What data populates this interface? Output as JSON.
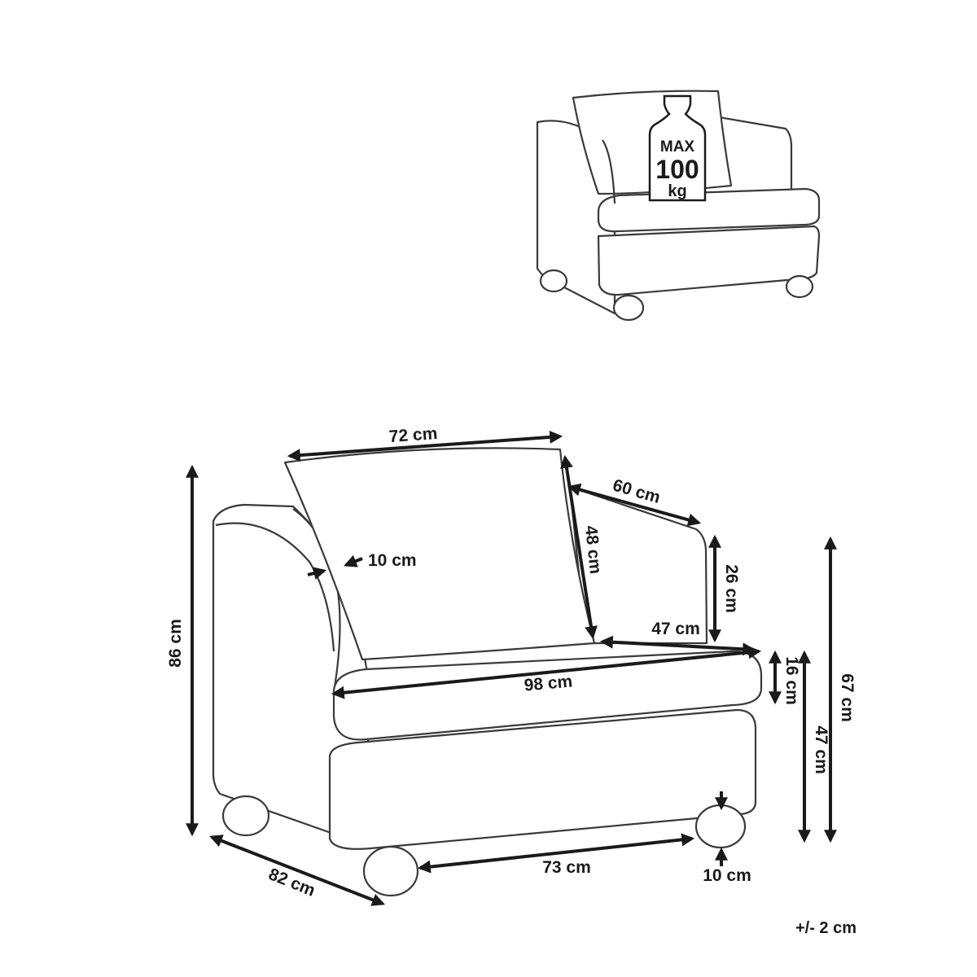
{
  "weight_badge": {
    "max_label": "MAX",
    "value": "100",
    "unit": "kg"
  },
  "dimensions": {
    "pillow_width": "72 cm",
    "arm_depth": "60 cm",
    "pillow_height": "48 cm",
    "arm_height_above_seat": "26 cm",
    "arm_thickness": "10 cm",
    "seat_depth": "47 cm",
    "overall_width": "98 cm",
    "cushion_thickness": "16 cm",
    "seat_height": "47 cm",
    "arm_height": "67 cm",
    "overall_height": "86 cm",
    "overall_depth": "82 cm",
    "leg_span": "73 cm",
    "leg_height": "10 cm"
  },
  "tolerance": "+/- 2 cm"
}
